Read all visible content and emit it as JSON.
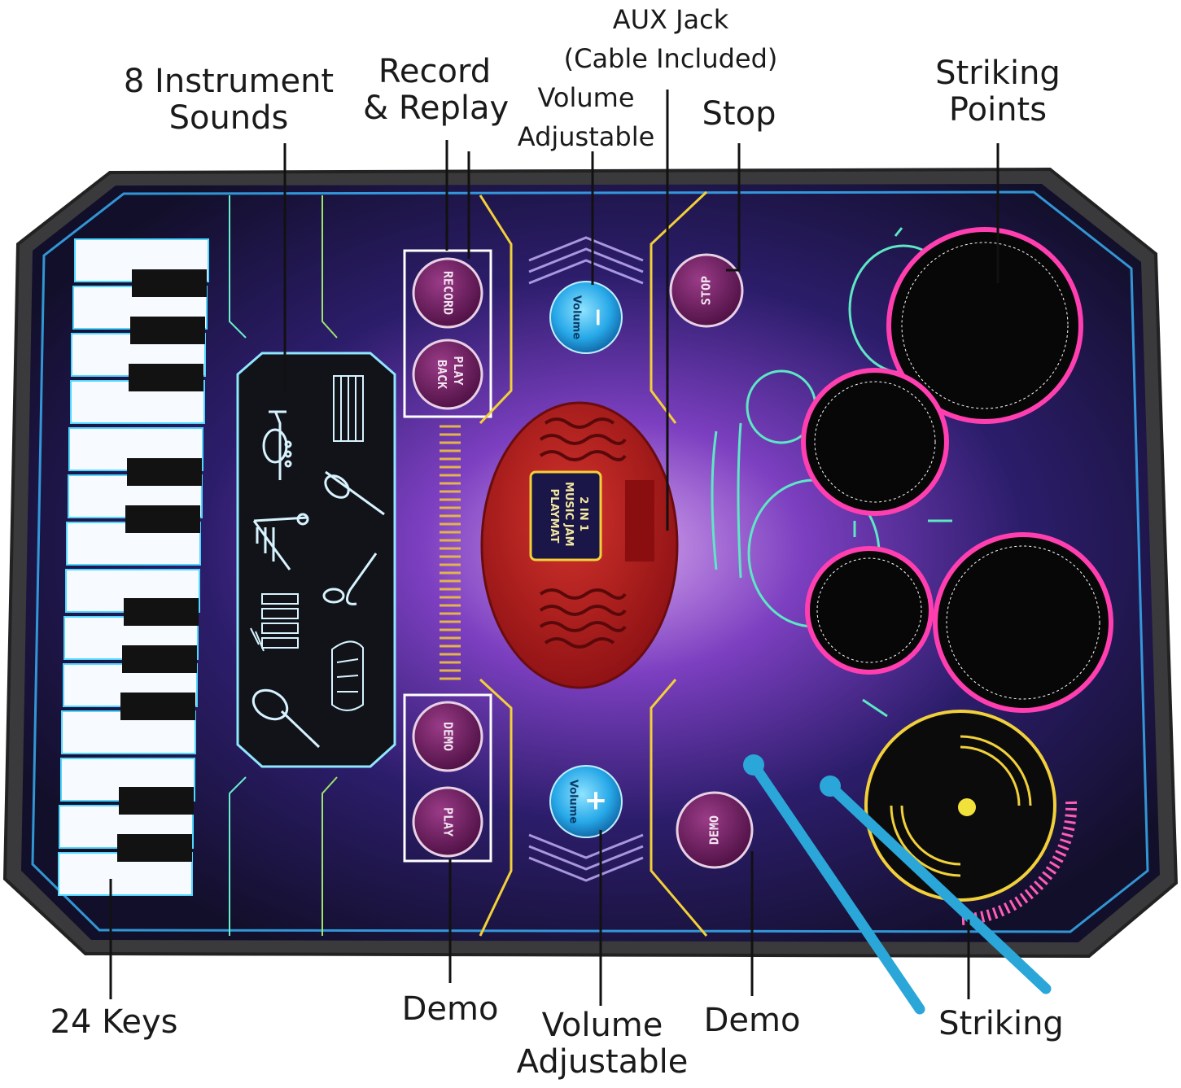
{
  "callouts": {
    "instruments": [
      "8 Instrument",
      "Sounds"
    ],
    "record_replay": [
      "Record",
      "& Replay"
    ],
    "aux": [
      "AUX Jack",
      "(Cable Included)"
    ],
    "volume_top": [
      "Volume",
      "Adjustable"
    ],
    "stop": "Stop",
    "striking_points": [
      "Striking",
      "Points"
    ],
    "keys": "24 Keys",
    "demo_left": "Demo",
    "volume_bottom": [
      "Volume",
      "Adjustable"
    ],
    "demo_right": "Demo",
    "striking": "Striking"
  },
  "mat_buttons": {
    "record": "RECORD",
    "play_back": [
      "PLAY",
      "BACK"
    ],
    "demo_left": "DEMO",
    "play": "PLAY",
    "stop": "STOP",
    "demo_right": "DEMO",
    "volume_minus": [
      "Volume",
      "−"
    ],
    "volume_plus": [
      "Volume",
      "+"
    ]
  },
  "speaker_badge": [
    "2 IN 1",
    "MUSIC JAM",
    "PLAYMAT"
  ],
  "instrument_icons": [
    "piano-icon",
    "trumpet-icon",
    "violin-icon",
    "harp-icon",
    "saxophone-icon",
    "xylophone-icon",
    "accordion-icon",
    "guitar-icon"
  ],
  "colors": {
    "mat_dark": "#14112e",
    "neon_cyan": "#39b8ff",
    "neon_yellow": "#f2d03a",
    "neon_pink": "#ff3fb0",
    "button_purple": "#6e1b5f",
    "speaker_red": "#b51c1e",
    "stick_blue": "#2aa6d8"
  }
}
